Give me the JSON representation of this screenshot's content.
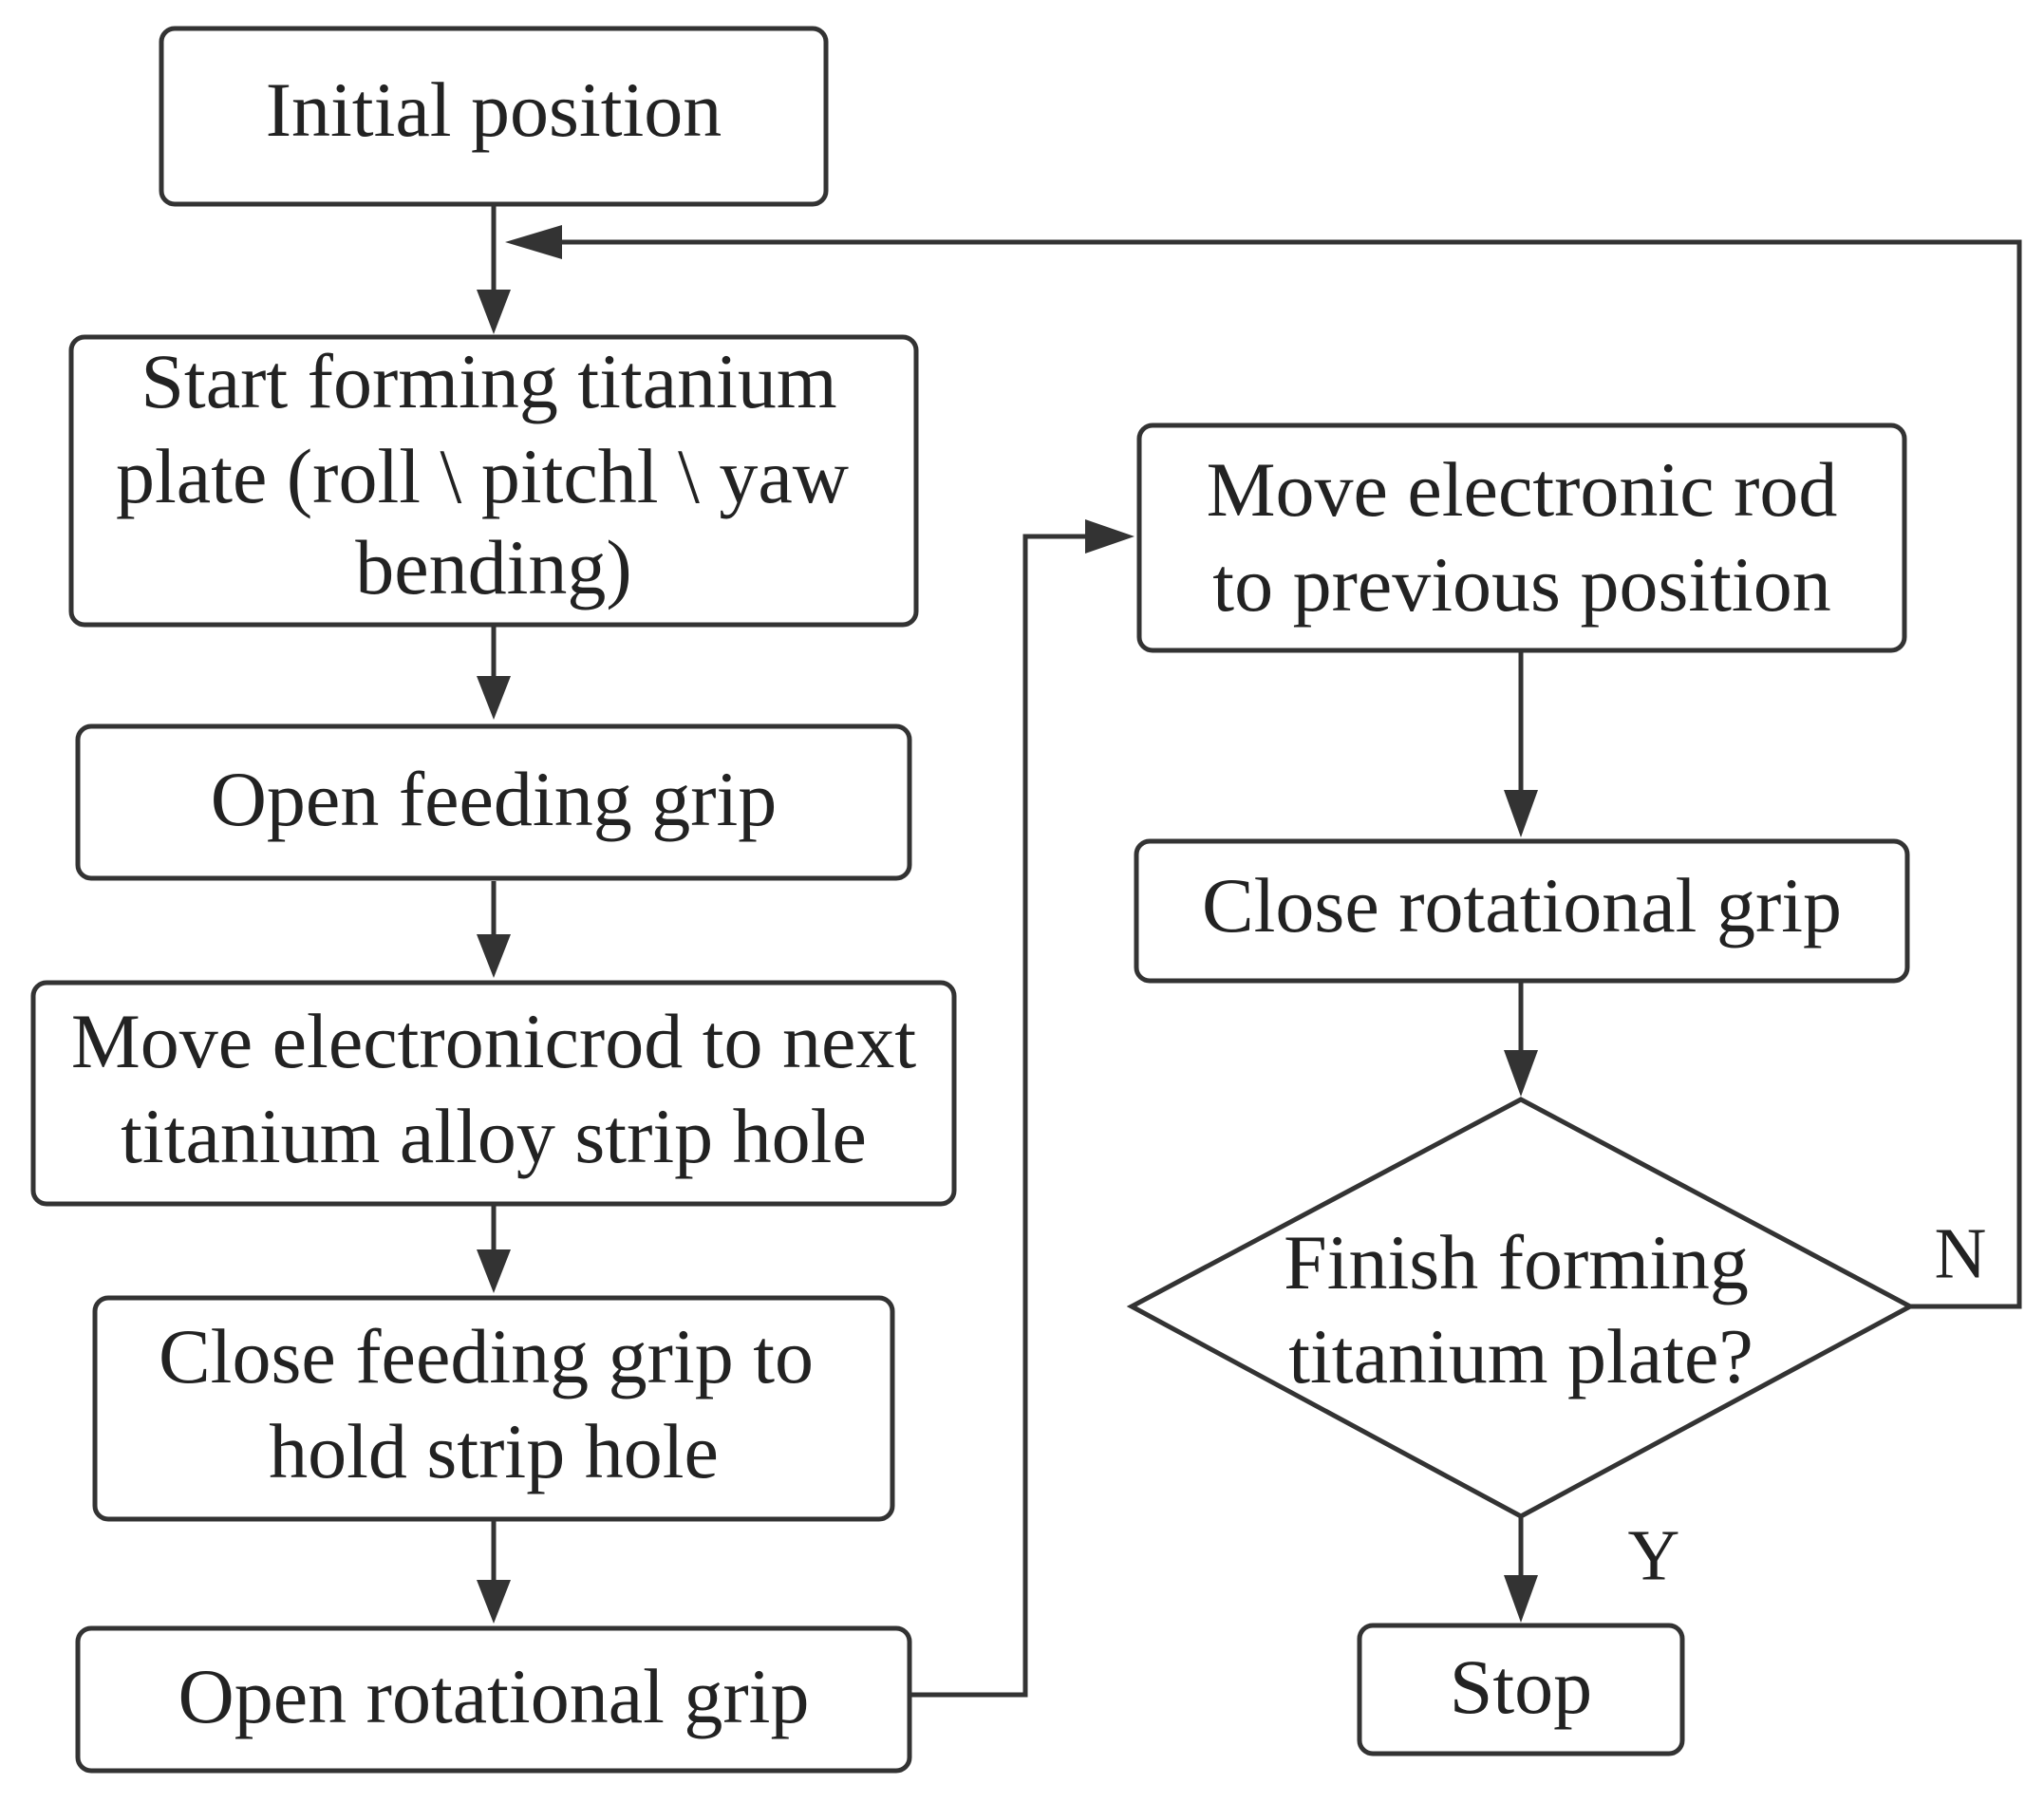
{
  "nodes": {
    "initial_position": {
      "lines": [
        "Initial position"
      ]
    },
    "start_forming": {
      "lines": [
        "Start forming titanium",
        "plate (roll \\ pitchl \\ yaw",
        "bending)"
      ]
    },
    "open_feeding_grip": {
      "lines": [
        "Open feeding grip"
      ]
    },
    "move_rod_next": {
      "lines": [
        "Move electronicrod to next",
        "titanium alloy strip hole"
      ]
    },
    "close_feeding_grip": {
      "lines": [
        "Close feeding grip to",
        "hold strip hole"
      ]
    },
    "open_rotational_grip": {
      "lines": [
        "Open rotational grip"
      ]
    },
    "move_rod_previous": {
      "lines": [
        "Move electronic rod",
        "to previous position"
      ]
    },
    "close_rotational_grip": {
      "lines": [
        "Close rotational grip"
      ]
    },
    "finish_decision": {
      "lines": [
        "Finish forming",
        "titanium plate?"
      ]
    },
    "stop": {
      "lines": [
        "Stop"
      ]
    }
  },
  "edge_labels": {
    "no": "N",
    "yes": "Y"
  },
  "colors": {
    "stroke": "#333333",
    "text": "#222222",
    "background": "#ffffff"
  }
}
